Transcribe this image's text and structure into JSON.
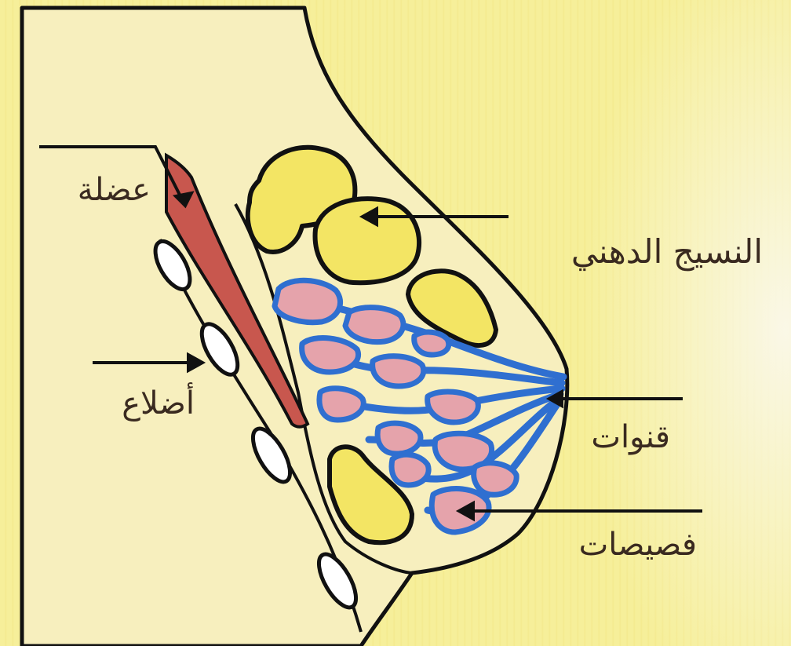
{
  "labels": {
    "muscle": "عضلة",
    "ribs": "أضلاع",
    "fatty_tissue": "النسيج الدهني",
    "ducts": "قنوات",
    "lobules": "فصيصات"
  },
  "colors": {
    "background": "#f6ef9a",
    "body": "#f7efbe",
    "fat": "#f3e564",
    "muscle": "#c8574e",
    "duct": "#2f6fd0",
    "lobule": "#e5a3ab",
    "outline": "#111111"
  }
}
